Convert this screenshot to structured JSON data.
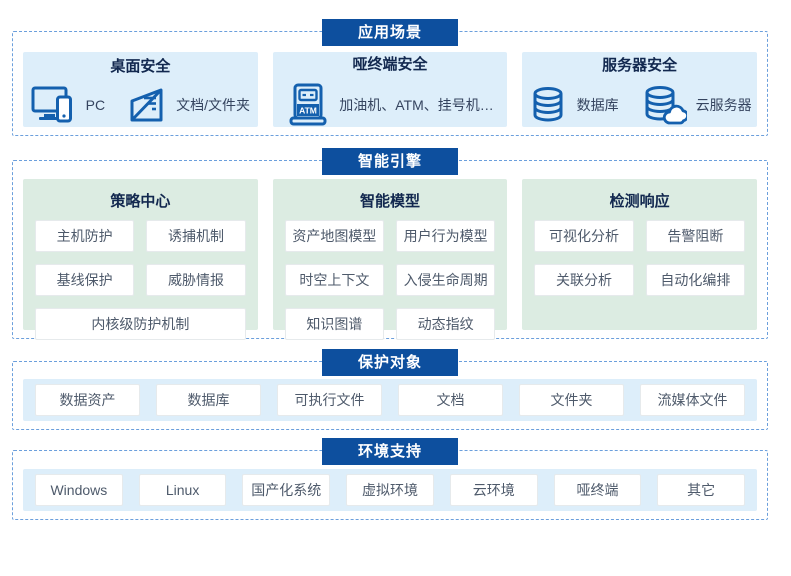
{
  "colors": {
    "badge_bg": "#0d4f9e",
    "panel_blue": "#ddeefa",
    "panel_green": "#dcece2",
    "dashed_border": "#6b9fdc",
    "icon_blue": "#1460ae",
    "title_text": "#12284f",
    "chip_text": "#4e5a6b"
  },
  "sections": [
    {
      "badge": "应用场景",
      "panels": [
        {
          "title": "桌面安全",
          "items": [
            {
              "icon": "pc-icon",
              "label": "PC"
            },
            {
              "icon": "document-folder-icon",
              "label": "文档/文件夹"
            }
          ]
        },
        {
          "title": "哑终端安全",
          "items": [
            {
              "icon": "atm-terminal-icon",
              "label": "加油机、ATM、挂号机…"
            }
          ]
        },
        {
          "title": "服务器安全",
          "items": [
            {
              "icon": "database-icon",
              "label": "数据库"
            },
            {
              "icon": "cloud-server-icon",
              "label": "云服务器"
            }
          ]
        }
      ]
    },
    {
      "badge": "智能引擎",
      "panels": [
        {
          "title": "策略中心",
          "chips": [
            "主机防护",
            "诱捕机制",
            "基线保护",
            "威胁情报",
            "内核级防护机制"
          ]
        },
        {
          "title": "智能模型",
          "chips": [
            "资产地图模型",
            "用户行为模型",
            "时空上下文",
            "入侵生命周期",
            "知识图谱",
            "动态指纹"
          ]
        },
        {
          "title": "检测响应",
          "chips": [
            "可视化分析",
            "告警阻断",
            "关联分析",
            "自动化编排"
          ]
        }
      ]
    },
    {
      "badge": "保护对象",
      "chips": [
        "数据资产",
        "数据库",
        "可执行文件",
        "文档",
        "文件夹",
        "流媒体文件"
      ]
    },
    {
      "badge": "环境支持",
      "chips": [
        "Windows",
        "Linux",
        "国产化系统",
        "虚拟环境",
        "云环境",
        "哑终端",
        "其它"
      ]
    }
  ],
  "atm_icon_text": "ATM"
}
